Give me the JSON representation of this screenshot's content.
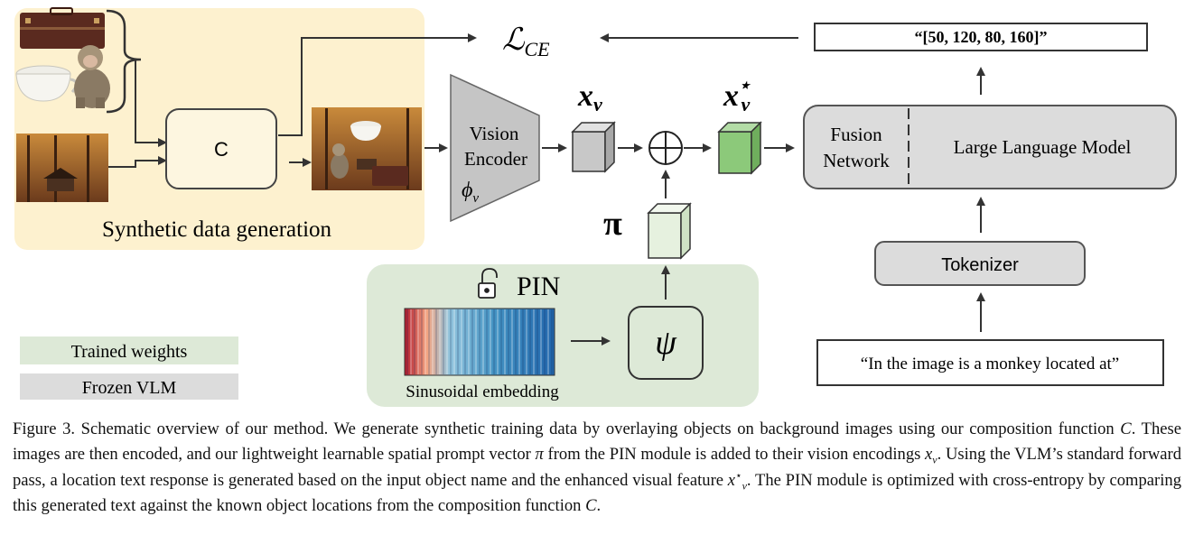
{
  "loss": {
    "symbol": "ℒ",
    "subscript": "CE"
  },
  "output": {
    "text": "“[50, 120, 80, 160]”"
  },
  "composition": {
    "label": "C"
  },
  "synthetic": {
    "title": "Synthetic data generation"
  },
  "encoder": {
    "line1": "Vision",
    "line2": "Encoder",
    "symbol": "ϕ",
    "subscript": "v"
  },
  "features": {
    "xv": {
      "symbol": "x",
      "subscript": "v"
    },
    "xv_star": {
      "symbol": "x",
      "subscript": "v",
      "superscript": "⋆"
    },
    "pi": "π",
    "plus": "⊕"
  },
  "fusion": {
    "line1": "Fusion",
    "line2": "Network",
    "llm": "Large Language Model"
  },
  "tokenizer": {
    "label": "Tokenizer"
  },
  "prompt": {
    "text": "“In the image is a monkey located at”"
  },
  "pin": {
    "title": "PIN",
    "embedding_label": "Sinusoidal embedding",
    "psi": "ψ"
  },
  "legend": {
    "trained": "Trained weights",
    "frozen": "Frozen VLM"
  },
  "colors": {
    "synthetic_bg": "#fdf1cf",
    "trained": "#dde9d7",
    "frozen": "#dcdcdc",
    "module_fill": "#fdf6e0",
    "cube_gray": "#c8c8c8",
    "cube_green": "#8cc97a",
    "cube_light": "#e6f1df"
  },
  "caption": {
    "lead": "Figure 3. Schematic overview of our method. We generate synthetic training data by overlaying objects on background images using our composition function ",
    "c1": "C",
    "mid1": ". These images are then encoded, and our lightweight learnable spatial prompt vector ",
    "pi": "π",
    "mid2": " from the PIN module is added to their vision encodings ",
    "xv": "x",
    "xv_sub": "v",
    "mid3": ". Using the VLM’s standard forward pass, a location text response is generated based on the input object name and the enhanced visual feature ",
    "xs": "x",
    "xs_sub": "v",
    "xs_sup": "⋆",
    "mid4": ". The PIN module is optimized with cross-entropy by comparing this generated text against the known object locations from the composition function ",
    "c2": "C",
    "end": "."
  }
}
